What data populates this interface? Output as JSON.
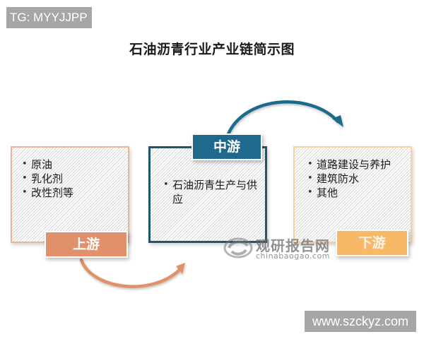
{
  "watermark_top": "TG: MYYJJPP",
  "watermark_bottom": "www.szckyz.com",
  "title": "石油沥青行业产业链简示图",
  "stages": {
    "upstream": {
      "label": "上游",
      "items": [
        "原油",
        "乳化剂",
        "改性剂等"
      ],
      "color": "#e0916b",
      "border_color": "#e8b79b"
    },
    "midstream": {
      "label": "中游",
      "items": [
        "石油沥青生产与供应"
      ],
      "color": "#1f6a8c",
      "border_color": "#1f556d"
    },
    "downstream": {
      "label": "下游",
      "items": [
        "道路建设与养护",
        "建筑防水",
        "其他"
      ],
      "color": "#f7b868",
      "border_color": "#f6d2a2"
    }
  },
  "arrows": [
    {
      "from": "upstream",
      "to": "midstream",
      "color": "#e0916b",
      "position": "bottom"
    },
    {
      "from": "midstream",
      "to": "downstream",
      "color": "#1f6a8c",
      "position": "top"
    }
  ],
  "source_logo": {
    "name_cn": "观研报告网",
    "url_text": "chinabaogao.com"
  }
}
